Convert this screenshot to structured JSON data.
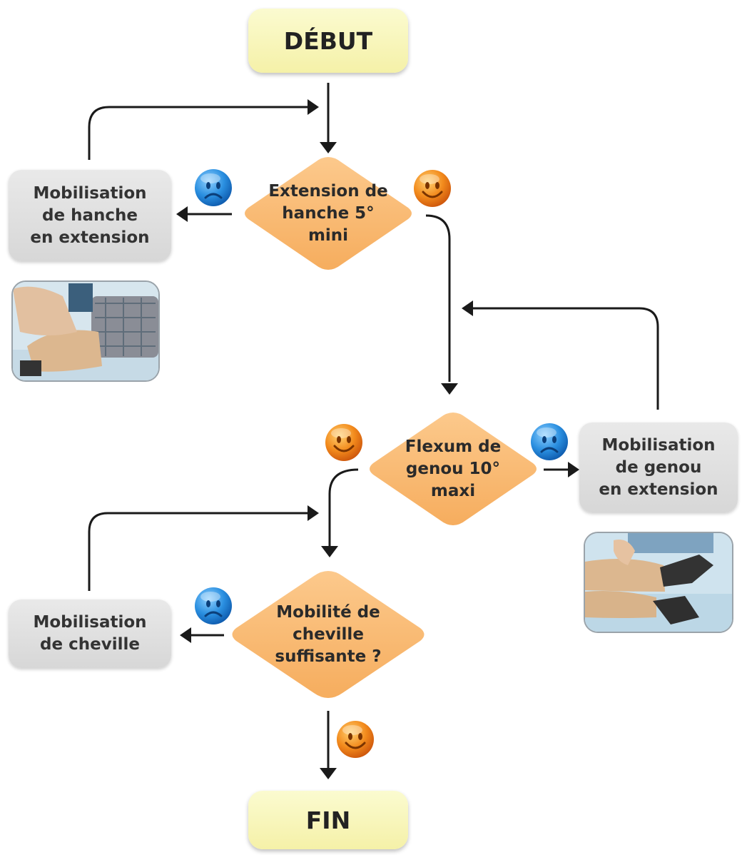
{
  "nodes": {
    "start": "DÉBUT",
    "end": "FIN",
    "hip_decision": "Extension de\nhanche 5°\nmini",
    "knee_decision": "Flexum de\ngenou 10°\nmaxi",
    "ankle_decision": "Mobilité de\ncheville\nsuffisante ?",
    "hip_action": "Mobilisation\nde hanche\nen extension",
    "knee_action": "Mobilisation\nde genou\nen extension",
    "ankle_action": "Mobilisation\nde cheville"
  },
  "icons": {
    "happy": "happy-smiley-icon",
    "sad": "sad-smiley-icon"
  },
  "colors": {
    "terminal": "#f7f3b0",
    "decision": "#f8b870",
    "action": "#dedede",
    "happy": "#f07818",
    "sad": "#1e84d8",
    "arrow": "#1a1a1a"
  }
}
